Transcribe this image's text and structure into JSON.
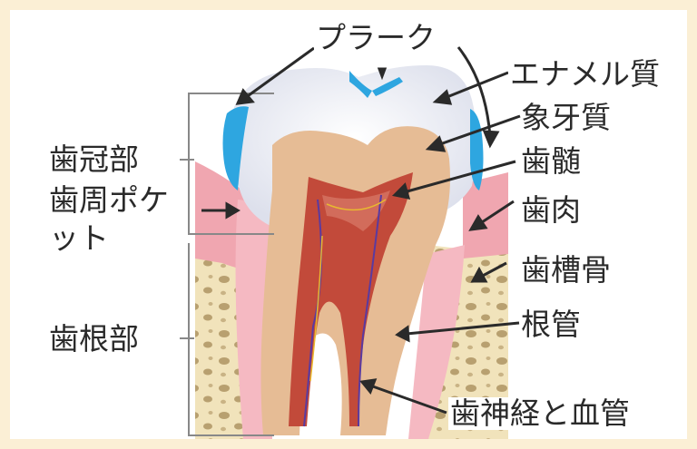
{
  "labels": {
    "plaque": "プラーク",
    "enamel": "エナメル質",
    "dentin": "象牙質",
    "pulp": "歯髄",
    "gum": "歯肉",
    "alveolar_bone": "歯槽骨",
    "root_canal": "根管",
    "nerve_vessel": "歯神経と血管",
    "crown": "歯冠部",
    "pocket": "歯周ポケット",
    "root": "歯根部"
  },
  "colors": {
    "background": "#fbefd5",
    "panel": "#ffffff",
    "enamel": "#eceef6",
    "dentin": "#e6bc95",
    "pulp": "#c24a3a",
    "gum": "#f0a6b0",
    "bone": "#ead8a8",
    "plaque": "#2ea6e0",
    "nerve": "#5a3aa0",
    "line": "#2a2a2a"
  }
}
